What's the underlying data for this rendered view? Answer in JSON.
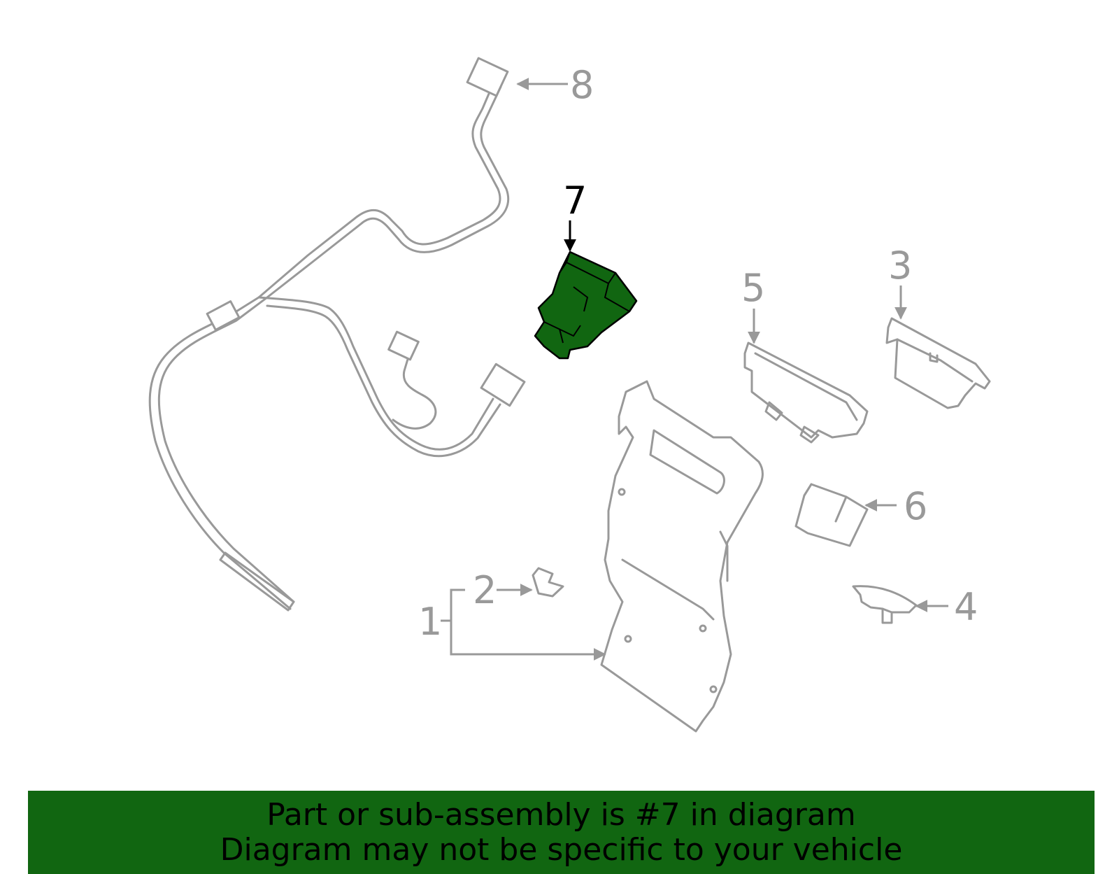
{
  "diagram": {
    "highlighted_part": "7",
    "highlight_color": "#116611",
    "callouts": {
      "c1": "1",
      "c2": "2",
      "c3": "3",
      "c4": "4",
      "c5": "5",
      "c6": "6",
      "c7": "7",
      "c8": "8"
    }
  },
  "banner": {
    "line1": "Part or sub-assembly is #7 in diagram",
    "line2": "Diagram may not be specific to your vehicle"
  }
}
